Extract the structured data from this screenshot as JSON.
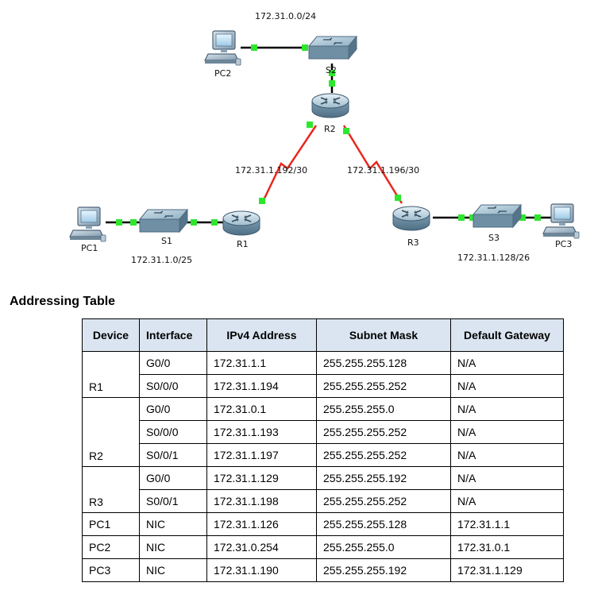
{
  "diagram": {
    "devices": {
      "pc1": "PC1",
      "pc2": "PC2",
      "pc3": "PC3",
      "s1": "S1",
      "s2": "S2",
      "s3": "S3",
      "r1": "R1",
      "r2": "R2",
      "r3": "R3"
    },
    "networks": {
      "lan_r2": "172.31.0.0/24",
      "lan_r1": "172.31.1.0/25",
      "lan_r3": "172.31.1.128/26",
      "wan_r1_r2": "172.31.1.192/30",
      "wan_r2_r3": "172.31.1.196/30"
    },
    "colors": {
      "ethernet": "#000000",
      "serial": "#e8281e",
      "link_up": "#2ee62e"
    }
  },
  "table": {
    "heading": "Addressing Table",
    "headers": [
      "Device",
      "Interface",
      "IPv4 Address",
      "Subnet Mask",
      "Default Gateway"
    ],
    "rows": [
      {
        "device": "",
        "iface": "G0/0",
        "ip": "172.31.1.1",
        "mask": "255.255.255.128",
        "gw": "N/A"
      },
      {
        "device": "R1",
        "iface": "S0/0/0",
        "ip": "172.31.1.194",
        "mask": "255.255.255.252",
        "gw": "N/A"
      },
      {
        "device": "",
        "iface": "G0/0",
        "ip": "172.31.0.1",
        "mask": "255.255.255.0",
        "gw": "N/A"
      },
      {
        "device": "",
        "iface": "S0/0/0",
        "ip": "172.31.1.193",
        "mask": "255.255.255.252",
        "gw": "N/A"
      },
      {
        "device": "R2",
        "iface": "S0/0/1",
        "ip": "172.31.1.197",
        "mask": "255.255.255.252",
        "gw": "N/A"
      },
      {
        "device": "",
        "iface": "G0/0",
        "ip": "172.31.1.129",
        "mask": "255.255.255.192",
        "gw": "N/A"
      },
      {
        "device": "R3",
        "iface": "S0/0/1",
        "ip": "172.31.1.198",
        "mask": "255.255.255.252",
        "gw": "N/A"
      },
      {
        "device": "PC1",
        "iface": "NIC",
        "ip": "172.31.1.126",
        "mask": "255.255.255.128",
        "gw": "172.31.1.1"
      },
      {
        "device": "PC2",
        "iface": "NIC",
        "ip": "172.31.0.254",
        "mask": "255.255.255.0",
        "gw": "172.31.0.1"
      },
      {
        "device": "PC3",
        "iface": "NIC",
        "ip": "172.31.1.190",
        "mask": "255.255.255.192",
        "gw": "172.31.1.129"
      }
    ]
  }
}
